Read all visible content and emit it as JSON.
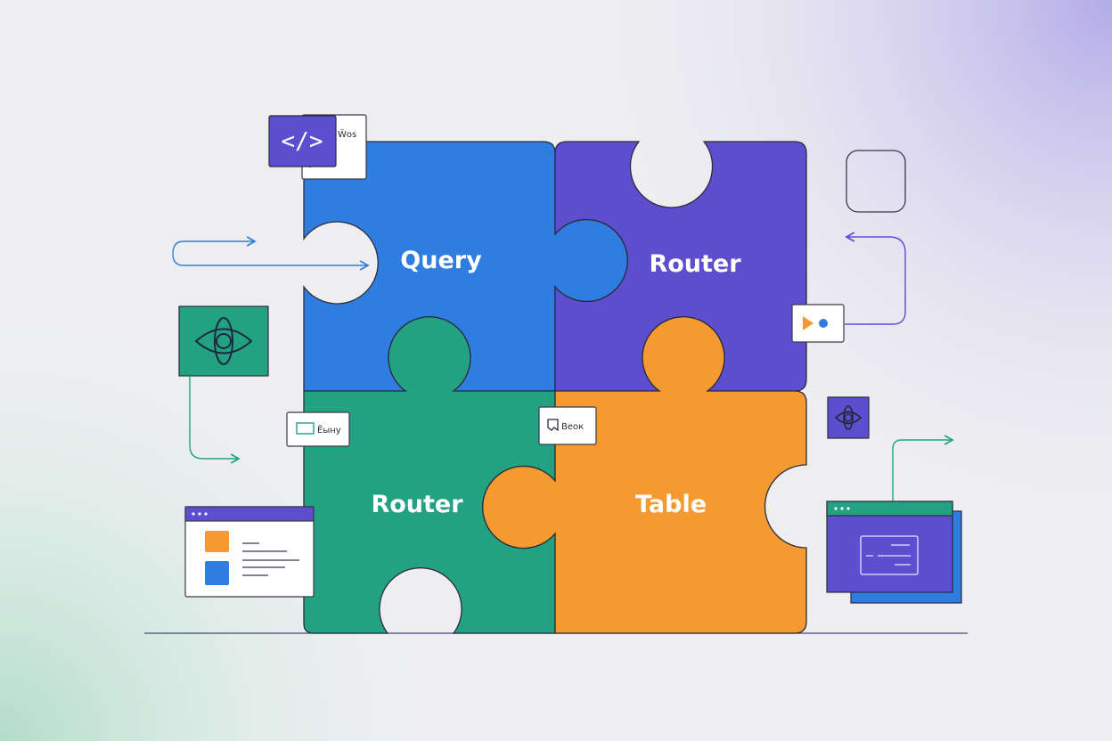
{
  "pieces": {
    "query": {
      "label": "Query",
      "color": "#2f7de0"
    },
    "router_top": {
      "label": "Router",
      "color": "#5b4fcf"
    },
    "router_bottom": {
      "label": "Router",
      "color": "#22a183"
    },
    "table": {
      "label": "Table",
      "color": "#f59a31"
    }
  },
  "chips": {
    "code_card": {
      "symbol": "</>",
      "side_text": "Ẅos"
    },
    "chip_left": {
      "text": "Ёыну"
    },
    "chip_center": {
      "text": "Веок"
    }
  },
  "colors": {
    "background": "#eeeef1",
    "blue": "#2f7de0",
    "purple": "#5b4fcf",
    "green": "#22a183",
    "orange": "#f59a31",
    "outline": "#2c2c3a"
  },
  "icons": [
    "code-icon",
    "eye-icon",
    "play-icon",
    "window-icon",
    "arrow-icon"
  ]
}
